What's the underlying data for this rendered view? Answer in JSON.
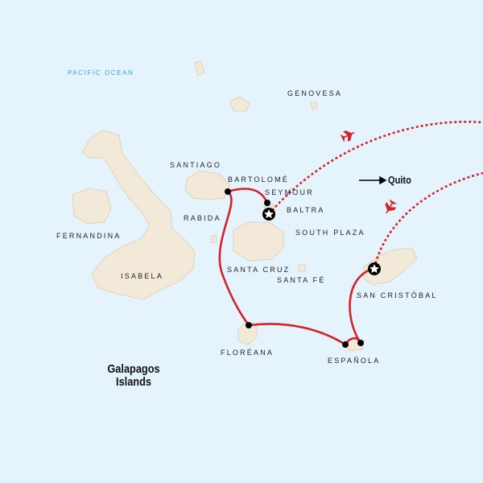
{
  "title": "Galapagos Islands",
  "title_lines": [
    "Galapagos",
    "Islands"
  ],
  "ocean_label": "PACIFIC OCEAN",
  "islands": {
    "genovesa": "GENOVESA",
    "santiago": "SANTIAGO",
    "bartolome": "BARTOLOMÉ",
    "seymour": "SEYMOUR",
    "baltra": "BALTRA",
    "rabida": "RABIDA",
    "fernandina": "FERNANDINA",
    "south_plaza": "SOUTH PLAZA",
    "isabela": "ISABELA",
    "santa_cruz": "SANTA CRUZ",
    "santa_fe": "SANTA FÉ",
    "san_cristobal": "SAN CRISTÓBAL",
    "floreana": "FLORÉANA",
    "espanola": "ESPAÑOLA"
  },
  "quito_label": "Quito",
  "icons": {
    "flight": "airplane-icon",
    "airport": "star-icon",
    "stop": "dot-icon",
    "direction": "arrow-right-icon"
  },
  "colors": {
    "ocean": "#e5f4fc",
    "land": "#f2e9d8",
    "route": "#d2232a",
    "ocean_label": "#29a9e0"
  }
}
